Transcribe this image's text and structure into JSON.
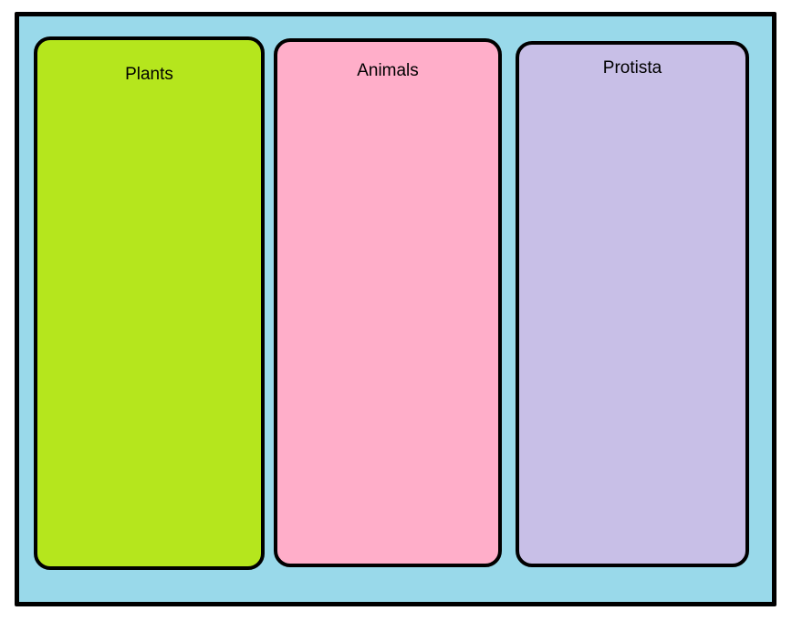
{
  "colors": {
    "page_background": "#ffffff",
    "board_fill": "#99D9EA",
    "outline": "#000000"
  },
  "columns": [
    {
      "label": "Plants",
      "fill": "#B5E61D"
    },
    {
      "label": "Animals",
      "fill": "#FFAEC9"
    },
    {
      "label": "Protista",
      "fill": "#C8BFE7"
    }
  ]
}
